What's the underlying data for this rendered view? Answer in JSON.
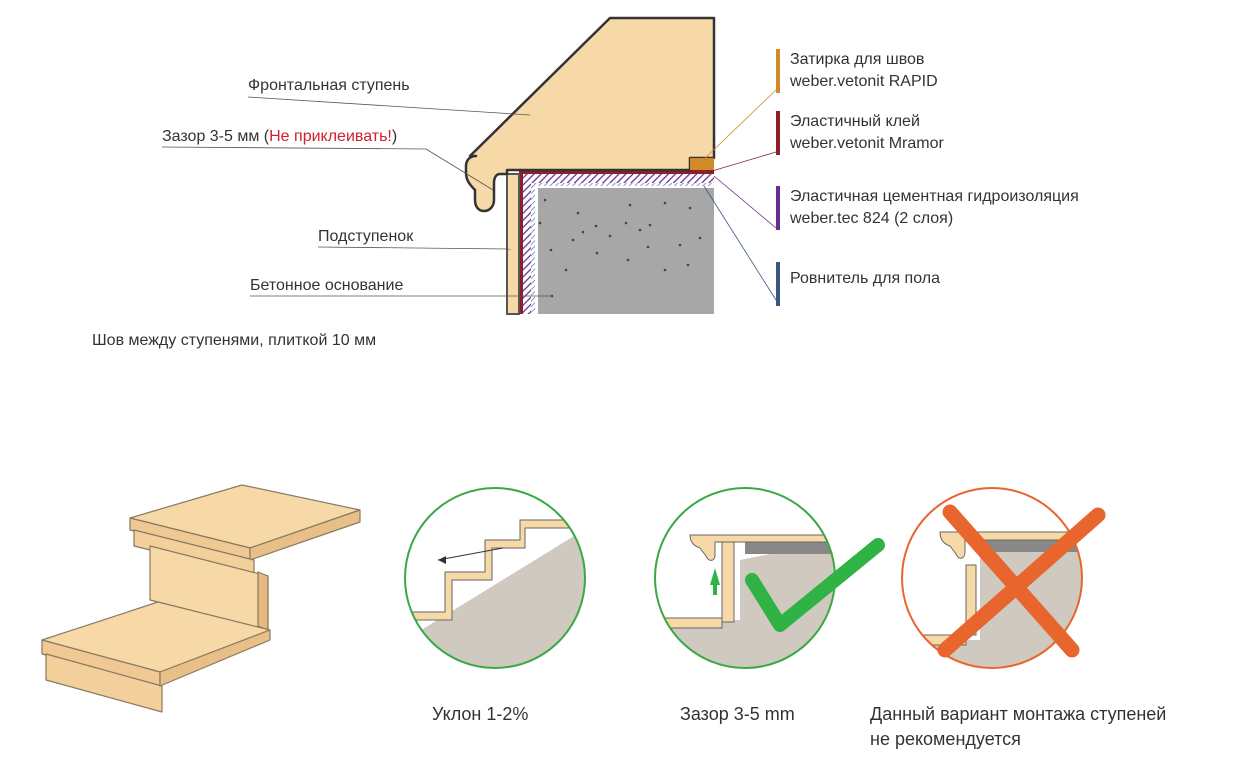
{
  "labels": {
    "front_step": "Фронтальная ступень",
    "gap_prefix": "Зазор 3-5 мм (",
    "gap_warning": "Не приклеивать!",
    "gap_suffix": ")",
    "riser": "Подступенок",
    "concrete_base": "Бетонное основание",
    "seam_note": "Шов между ступенями, плиткой 10 мм"
  },
  "legend": [
    {
      "line1": "Затирка для швов",
      "line2": "weber.vetonit RAPID",
      "color": "#d08a2a"
    },
    {
      "line1": "Эластичный клей",
      "line2": "weber.vetonit Mramor",
      "color": "#8b1f2a"
    },
    {
      "line1": "Эластичная цементная гидроизоляция",
      "line2": "weber.tec 824 (2 слоя)",
      "color": "#6a2d8f"
    },
    {
      "line1": "Ровнитель для пола",
      "line2": "",
      "color": "#3b5680"
    }
  ],
  "captions": {
    "slope": "Уклон 1-2%",
    "gap": "Зазор 3-5 mm",
    "not_recommended_1": "Данный вариант монтажа ступеней",
    "not_recommended_2": "не рекомендуется"
  },
  "colors": {
    "step": "#f7d9a8",
    "concrete": "#a7a7a7",
    "circle_ok": "#3aa845",
    "check": "#2fb344",
    "circle_bad": "#e8652e",
    "cross": "#e8652e"
  }
}
